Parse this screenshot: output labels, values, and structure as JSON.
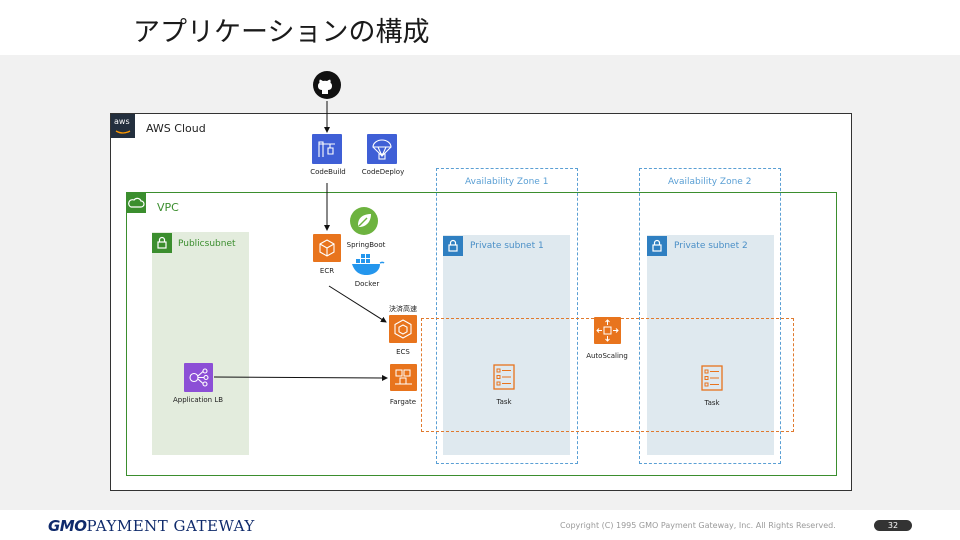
{
  "slide": {
    "title": "アプリケーションの構成",
    "page_number": "32"
  },
  "footer": {
    "logo_gmo": "GMO",
    "logo_rest": "PAYMENT GATEWAY",
    "copyright": "Copyright (C) 1995 GMO Payment Gateway, Inc. All Rights Reserved."
  },
  "groups": {
    "aws_cloud": "AWS Cloud",
    "aws_badge": "aws",
    "vpc": "VPC",
    "public_subnet": "Publicsubnet",
    "availability_zone_1": "Availability Zone 1",
    "availability_zone_2": "Availability Zone 2",
    "private_subnet_1": "Private subnet 1",
    "private_subnet_2": "Private subnet 2"
  },
  "services": {
    "codebuild": "CodeBuild",
    "codedeploy": "CodeDeploy",
    "springboot": "SpringBoot",
    "docker": "Docker",
    "ecr": "ECR",
    "ecs_note": "決済高速",
    "ecs": "ECS",
    "fargate": "Fargate",
    "application_lb": "Application LB",
    "autoscaling": "AutoScaling",
    "task_1": "Task",
    "task_2": "Task"
  },
  "colors": {
    "devtools_blue": "#3f5fd6",
    "compute_orange": "#e8741d",
    "network_purple": "#8c4fd6",
    "vpc_green": "#3b8e2e",
    "az_blue": "#5a9fd4",
    "autoscale_orange": "#e07a2e"
  }
}
